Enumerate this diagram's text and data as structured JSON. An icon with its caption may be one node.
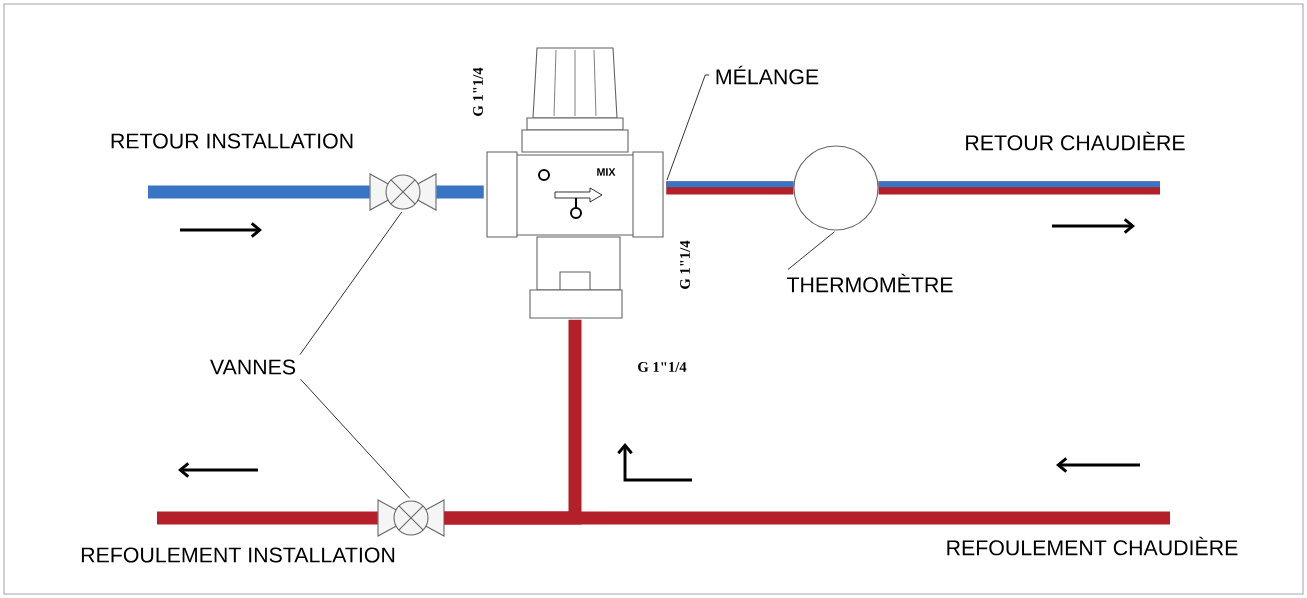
{
  "diagram": {
    "nodes": [
      {
        "text": [
          "VANNES"
        ]
      },
      {
        "text": [],
        "shape": "valve"
      },
      {
        "text": [],
        "shape": "valve"
      },
      {
        "text": [
          "THERMOMÈTRE"
        ]
      },
      {
        "text": [],
        "shape": "circle"
      },
      {
        "text": [
          "MÉLANGE"
        ]
      },
      {
        "text": [],
        "shape": "picture",
        "beside": [
          "G 1\"1/4",
          "G 1\"1/4",
          "G 1\"1/4"
        ]
      }
    ],
    "edges": [
      {
        "from": 0,
        "to": 1,
        "arrow": "none",
        "color": "#000000"
      },
      {
        "from": 0,
        "to": 2,
        "arrow": "none",
        "color": "#000000"
      },
      {
        "from": 3,
        "to": 4,
        "arrow": "none",
        "color": "#000000"
      },
      {
        "from": 5,
        "to": 6,
        "arrow": "none",
        "color": "#000000"
      },
      {
        "from": null,
        "to": 1,
        "arrow": "none",
        "color": "#3a75c4"
      },
      {
        "from": 1,
        "to": 6,
        "arrow": "none",
        "color": "#3a75c4"
      },
      {
        "from": 6,
        "to": 4,
        "arrow": "none"
      },
      {
        "from": 4,
        "to": null,
        "arrow": "none"
      },
      {
        "from": null,
        "to": 2,
        "arrow": "none"
      },
      {
        "from": 2,
        "to": 6,
        "arrow": "none"
      },
      {
        "from": 2,
        "to": null,
        "arrow": "none"
      }
    ],
    "labels": [
      "RETOUR INSTALLATION",
      "MIX",
      "RETOUR CHAUDIÈRE",
      "REFOULEMENT INSTALLATION",
      "REFOULEMENT CHAUDIÈRE"
    ]
  }
}
